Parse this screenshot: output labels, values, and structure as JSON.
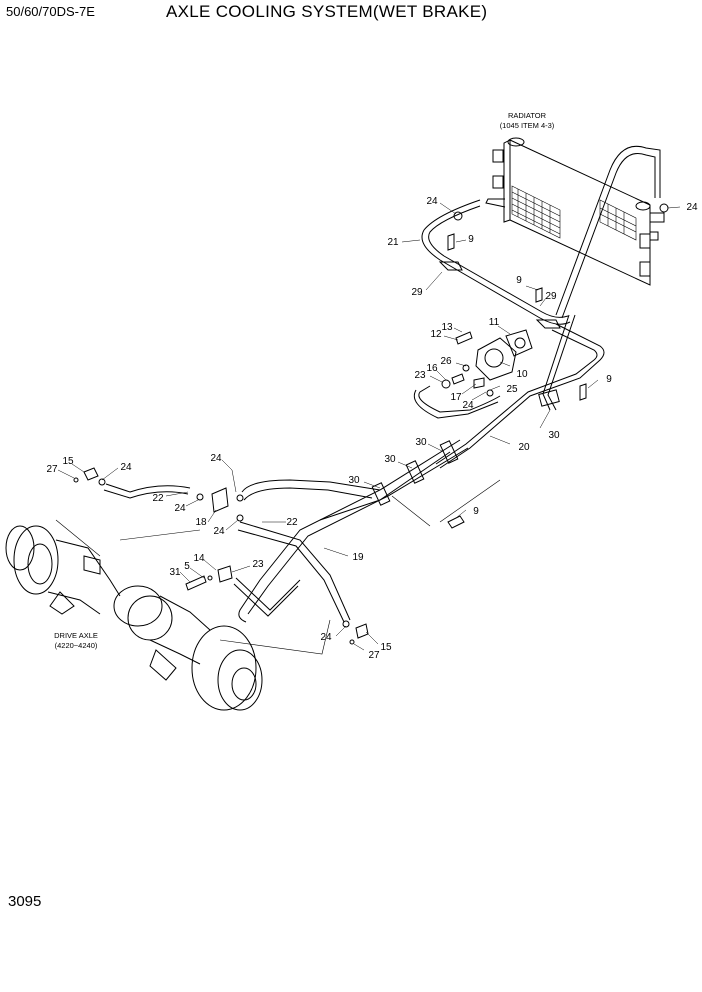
{
  "header": {
    "model": "50/60/70DS-7E",
    "title": "AXLE COOLING SYSTEM(WET BRAKE)"
  },
  "footer": {
    "page_number": "3095"
  },
  "component_labels": {
    "radiator_line1": "RADIATOR",
    "radiator_line2": "(1045 ITEM 4-3)",
    "drive_axle_line1": "DRIVE AXLE",
    "drive_axle_line2": "(4220~4240)"
  },
  "callouts": {
    "c24a": "24",
    "c21": "21",
    "c9a": "9",
    "c29a": "29",
    "c9b": "9",
    "c29b": "29",
    "c13": "13",
    "c12": "12",
    "c11": "11",
    "c26": "26",
    "c16": "16",
    "c23a": "23",
    "c10": "10",
    "c25": "25",
    "c17": "17",
    "c24b": "24",
    "c9c": "9",
    "c30a": "30",
    "c30b": "30",
    "c20": "20",
    "c30c": "30",
    "c30d": "30",
    "c9d": "9",
    "c15a": "15",
    "c27a": "27",
    "c24c": "24",
    "c22a": "22",
    "c24d": "24",
    "c24e": "24",
    "c18": "18",
    "c24f": "24",
    "c22b": "22",
    "c19": "19",
    "c14": "14",
    "c5": "5",
    "c31": "31",
    "c23b": "23",
    "c24g": "24",
    "c27b": "27",
    "c15b": "15",
    "c24h": "24"
  }
}
